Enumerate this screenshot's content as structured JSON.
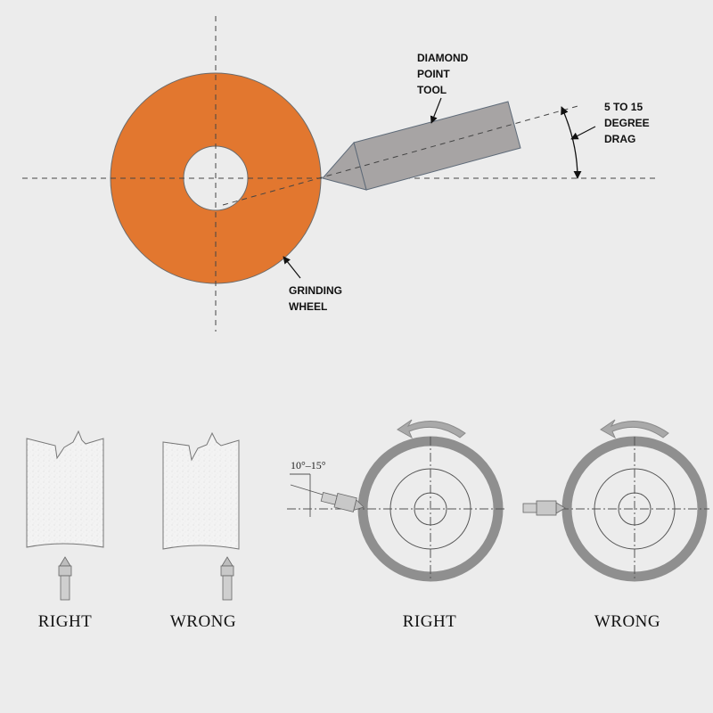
{
  "labels": {
    "tool_line1": "DIAMOND",
    "tool_line2": "POINT",
    "tool_line3": "TOOL",
    "drag_line1": "5 TO 15",
    "drag_line2": "DEGREE",
    "drag_line3": "DRAG",
    "wheel_line1": "GRINDING",
    "wheel_line2": "WHEEL",
    "angle_label": "10°–15°"
  },
  "captions": {
    "left_right": "RIGHT",
    "left_wrong": "WRONG",
    "right_right": "RIGHT",
    "right_wrong": "WRONG"
  },
  "colors": {
    "background": "#ececec",
    "wheel": "#e2772f",
    "tool": "#a7a4a4",
    "ring": "#8f8f8f"
  }
}
